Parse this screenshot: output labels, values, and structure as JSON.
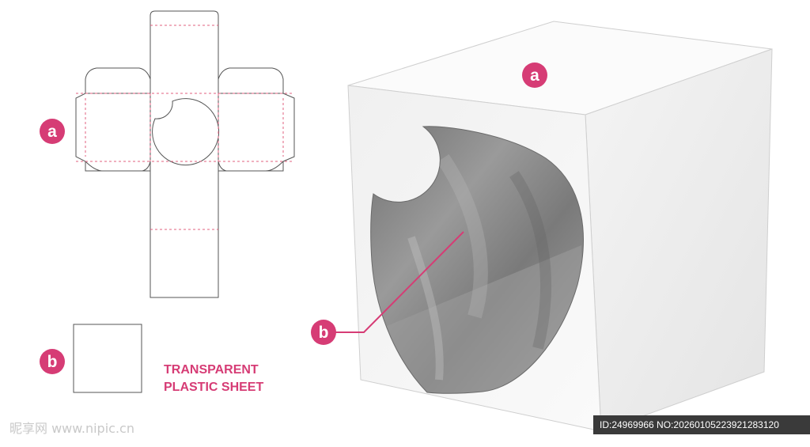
{
  "labels": {
    "a": "a",
    "b": "b"
  },
  "caption": {
    "line1": "TRANSPARENT",
    "line2": "PLASTIC SHEET"
  },
  "watermark": {
    "text": "昵享网 www.nipic.cn",
    "id_text": "ID:24969966 NO:20260105223921283120"
  },
  "colors": {
    "accent": "#d63c75",
    "dieline": "#555555",
    "fold_line": "#e0607f",
    "box_front": "#f7f7f7",
    "box_top": "#fbfbfb",
    "box_side": "#eeeeee",
    "window": "#8a8a8a"
  }
}
